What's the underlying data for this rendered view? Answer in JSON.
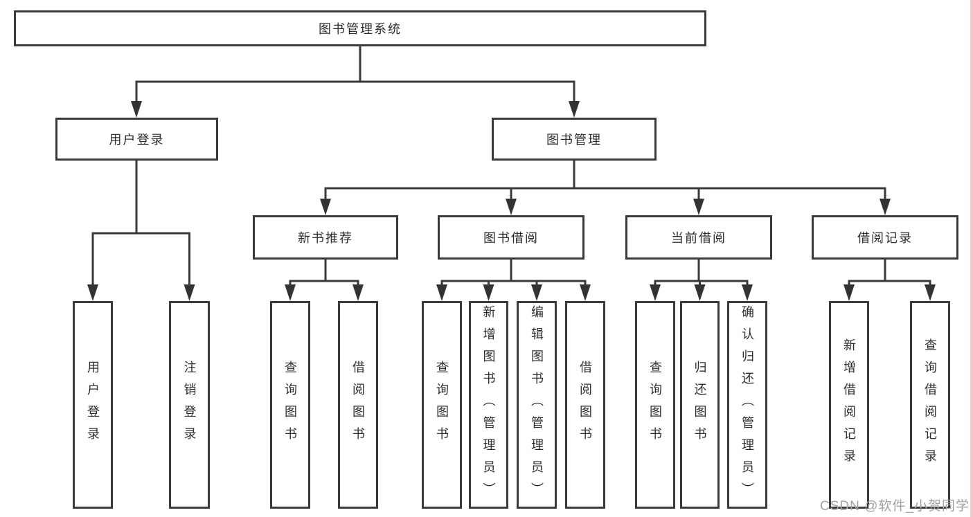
{
  "diagram_title": "图书管理系统",
  "tree": {
    "label": "图书管理系统",
    "children": [
      {
        "label": "用户登录",
        "children": [
          {
            "label": "用户登录"
          },
          {
            "label": "注销登录"
          }
        ]
      },
      {
        "label": "图书管理",
        "children": [
          {
            "label": "新书推荐",
            "children": [
              {
                "label": "查询图书"
              },
              {
                "label": "借阅图书"
              }
            ]
          },
          {
            "label": "图书借阅",
            "children": [
              {
                "label": "查询图书"
              },
              {
                "label": "新增图书（管理员）"
              },
              {
                "label": "编辑图书（管理员）"
              },
              {
                "label": "借阅图书"
              }
            ]
          },
          {
            "label": "当前借阅",
            "children": [
              {
                "label": "查询图书"
              },
              {
                "label": "归还图书"
              },
              {
                "label": "确认归还（管理员）"
              }
            ]
          },
          {
            "label": "借阅记录",
            "children": [
              {
                "label": "新增借阅记录"
              },
              {
                "label": "查询借阅记录"
              }
            ]
          }
        ]
      }
    ]
  },
  "watermark": "CSDN @软件_小贺同学",
  "colors": {
    "line": "#3a3a3a",
    "text": "#2d2d2d",
    "box_background": "#ffffff",
    "page_background": "#ffffff",
    "watermark_text": "#a1a1a1",
    "right_edge_strip": "#f6bcbf"
  }
}
